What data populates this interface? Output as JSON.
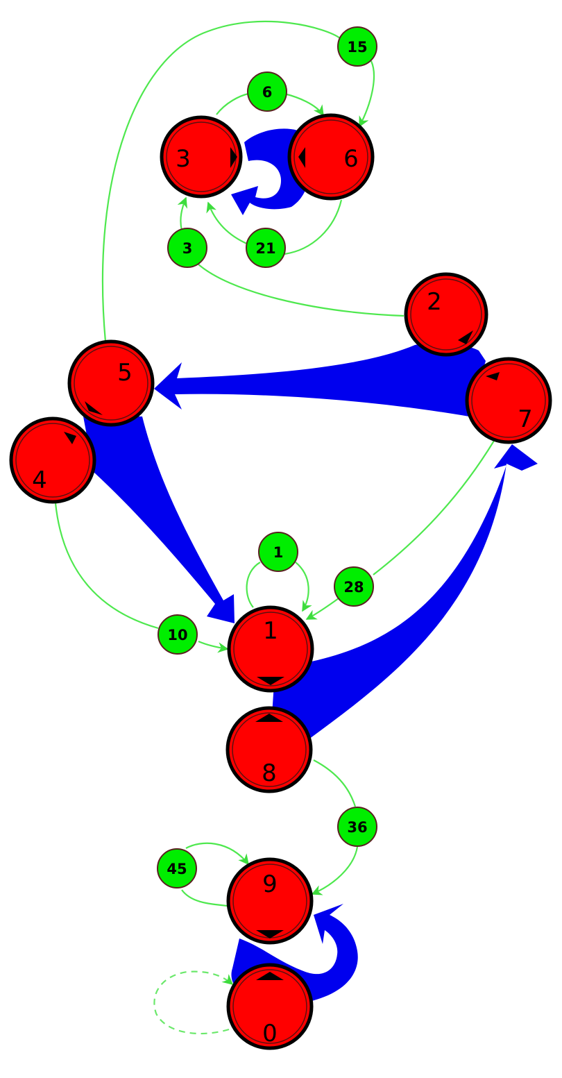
{
  "nodes": [
    {
      "id": "3",
      "label": "3"
    },
    {
      "id": "6",
      "label": "6"
    },
    {
      "id": "2",
      "label": "2"
    },
    {
      "id": "5",
      "label": "5"
    },
    {
      "id": "7",
      "label": "7"
    },
    {
      "id": "4",
      "label": "4"
    },
    {
      "id": "1",
      "label": "1"
    },
    {
      "id": "8",
      "label": "8"
    },
    {
      "id": "9",
      "label": "9"
    },
    {
      "id": "0",
      "label": "0"
    }
  ],
  "weight_nodes": [
    {
      "id": "w15",
      "label": "15"
    },
    {
      "id": "w6",
      "label": "6"
    },
    {
      "id": "w3",
      "label": "3"
    },
    {
      "id": "w21",
      "label": "21"
    },
    {
      "id": "w1",
      "label": "1"
    },
    {
      "id": "w28",
      "label": "28"
    },
    {
      "id": "w10",
      "label": "10"
    },
    {
      "id": "w36",
      "label": "36"
    },
    {
      "id": "w45",
      "label": "45"
    }
  ],
  "colors": {
    "node_fill": "#ff0000",
    "weight_fill": "#00ee00",
    "thick_edge": "#0000ee",
    "thin_edge": "#4ee84e"
  }
}
